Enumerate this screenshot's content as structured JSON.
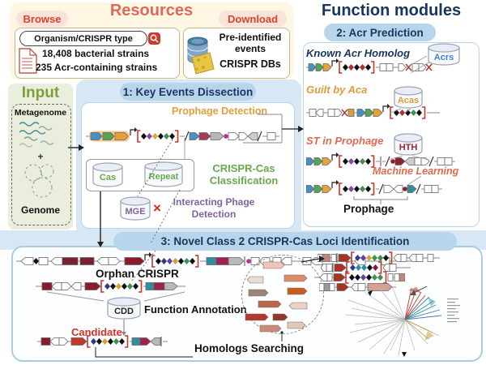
{
  "colors": {
    "coral_title": "#e0685a",
    "browse_red": "#d6452f",
    "browse_pill_bg": "#fbe3d9",
    "navy": "#17365d",
    "pill_blue": "#b9d5ec",
    "light_blue_bg": "#d7e7f3",
    "cream_panel": "#fdf7e3",
    "input_green_bg": "#e9efdc",
    "olive": "#7f9f3f",
    "green": "#6aa84f",
    "purple": "#8064a2",
    "gold": "#e0a03c",
    "orange": "#e09b3d",
    "coral": "#e0694f",
    "acrs_blue": "#3d85c8",
    "hth_maroon": "#9b2335",
    "candidate_red": "#d93025",
    "search_btn_red": "#cc3b2a",
    "cross_red": "#cc2b1f"
  },
  "resources": {
    "title": "Resources",
    "browse_label": "Browse",
    "download_label": "Download",
    "search_value": "Organism/CRISPR type",
    "stat_strains": "18,408 bacterial strains",
    "stat_acr": "235 Acr-containing strains",
    "events_line1": "Pre-identified",
    "events_line2": "events",
    "events_line3": "CRISPR DBs"
  },
  "function_modules": {
    "title": "Function modules"
  },
  "input_panel": {
    "title": "Input",
    "metagenome": "Metagenome",
    "plus": "+",
    "genome": "Genome"
  },
  "section1": {
    "title": "1: Key Events Dissection",
    "prophage_detection": "Prophage Detection",
    "cas_db": "Cas",
    "repeat_db": "Repeat",
    "classification_line1": "CRISPR-Cas",
    "classification_line2": "Classification",
    "mge_db": "MGE",
    "cross_mark": "×",
    "interacting_line1": "Interacting Phage",
    "interacting_line2": "Detection"
  },
  "section2": {
    "title": "2: Acr Prediction",
    "known_acr": "Known Acr Homolog",
    "acrs_db": "Acrs",
    "guilt_by_aca": "Guilt by Aca",
    "acas_db": "Acas",
    "st_in_prophage": "ST in Prophage",
    "hth_db": "HTH",
    "machine_learning": "Machine Learning",
    "prophage_label": "Prophage"
  },
  "section3": {
    "title": "3: Novel Class 2 CRISPR-Cas Loci Identification",
    "orphan_crispr": "Orphan CRISPR",
    "cdd_db": "CDD",
    "function_annotation": "Function Annotation",
    "candidate": "Candidate",
    "homologs_searching": "Homologs Searching"
  },
  "gene_rows": {
    "s1_main": [
      [
        "l",
        4
      ],
      [
        "g"
      ],
      [
        "p"
      ],
      [
        "c",
        [
          "#111111",
          "#7a4fa3",
          "#e6a23c",
          "#111111",
          "#3f8f4f",
          "#111111"
        ]
      ],
      [
        "l",
        6
      ],
      [
        "s"
      ],
      [
        "a",
        "#4a8fc4",
        12
      ],
      [
        "a",
        "#a83a5a",
        14
      ],
      [
        "a",
        "#b8b8b8",
        16
      ],
      [
        "d",
        "#b5338a"
      ],
      [
        "a",
        "#ffffff",
        13
      ],
      [
        "a",
        "#ffffff",
        11
      ],
      [
        "A",
        "#cccccc",
        12
      ],
      [
        "s"
      ],
      [
        "l",
        6
      ],
      [
        "b",
        "#ffffff",
        10
      ],
      [
        "l",
        5
      ]
    ],
    "acr_known": [
      [
        "l",
        3
      ],
      [
        "a",
        "#4a8fc4",
        9
      ],
      [
        "a",
        "#58a253",
        9
      ],
      [
        "a",
        "#e6a23c",
        10
      ],
      [
        "p"
      ],
      [
        "c",
        [
          "#111111",
          "#b03030",
          "#111111",
          "#b03030",
          "#111111"
        ]
      ],
      [
        "l",
        5
      ],
      [
        "b",
        "#ffffff",
        8
      ],
      [
        "b",
        "#ffffff",
        8
      ],
      [
        "l",
        7
      ],
      [
        "a",
        "#ffffff",
        9
      ],
      [
        "x"
      ],
      [
        "b",
        "#ffffff",
        8
      ],
      [
        "a",
        "#ffffff",
        9
      ],
      [
        "x"
      ]
    ],
    "guilt": [
      [
        "l",
        4
      ],
      [
        "b",
        "#ffffff",
        8
      ],
      [
        "A",
        "#ffffff",
        9
      ],
      [
        "l",
        6
      ],
      [
        "b",
        "#ffffff",
        8
      ],
      [
        "a",
        "#ffffff",
        9
      ],
      [
        "x"
      ],
      [
        "b",
        "#d8a03c",
        7
      ],
      [
        "l",
        4
      ],
      [
        "a",
        "#4a8fc4",
        10
      ],
      [
        "a",
        "#58a253",
        10
      ],
      [
        "a",
        "#e6a23c",
        11
      ],
      [
        "p"
      ],
      [
        "c",
        [
          "#111111",
          "#b03030",
          "#111111",
          "#3f8f4f",
          "#111111"
        ]
      ],
      [
        "l",
        16
      ]
    ],
    "st": [
      [
        "a",
        "#4a8fc4",
        10
      ],
      [
        "a",
        "#58a253",
        10
      ],
      [
        "a",
        "#e6a23c",
        11
      ],
      [
        "p"
      ],
      [
        "c",
        [
          "#111111",
          "#7a4fa3",
          "#111111",
          "#3f8f4f",
          "#111111"
        ]
      ],
      [
        "l",
        5
      ],
      [
        "t"
      ],
      [
        "l",
        4
      ],
      [
        "s"
      ],
      [
        "d",
        "#8b2330"
      ],
      [
        "a",
        "#8b2330",
        12
      ],
      [
        "A",
        "#cccccc",
        12
      ],
      [
        "b",
        "#ffffff",
        8
      ],
      [
        "a",
        "#ffffff",
        10
      ],
      [
        "s"
      ],
      [
        "l",
        4
      ],
      [
        "b",
        "#ffffff",
        9
      ],
      [
        "b",
        "#ffffff",
        9
      ],
      [
        "l",
        4
      ]
    ],
    "ml": [
      [
        "a",
        "#4a8fc4",
        10
      ],
      [
        "a",
        "#58a253",
        10
      ],
      [
        "a",
        "#e6a23c",
        11
      ],
      [
        "p"
      ],
      [
        "c",
        [
          "#111111",
          "#7a4fa3",
          "#111111",
          "#3f8f4f",
          "#111111"
        ]
      ],
      [
        "l",
        4
      ],
      [
        "s"
      ],
      [
        "a",
        "#ffffff",
        12
      ],
      [
        "A",
        "#ffffff",
        11
      ],
      [
        "d",
        "#8b2330"
      ],
      [
        "a",
        "#2e8f9f",
        11
      ],
      [
        "s"
      ],
      [
        "l",
        4
      ],
      [
        "b",
        "#ffffff",
        9
      ],
      [
        "b",
        "#ffffff",
        8
      ],
      [
        "l",
        5
      ]
    ],
    "s3_a": [
      [
        "l",
        6
      ],
      [
        "A",
        "#ffffff",
        15
      ],
      [
        "D",
        "#111111"
      ],
      [
        "b",
        "#ffffff",
        11
      ],
      [
        "l",
        4
      ],
      [
        "A",
        "#ffffff",
        14
      ],
      [
        "b",
        "#7c1f2e",
        19
      ],
      [
        "l",
        3
      ],
      [
        "b",
        "#7c1f2e",
        17
      ],
      [
        "l",
        4
      ],
      [
        "A",
        "#ffffff",
        14
      ],
      [
        "a",
        "#ffffff",
        14
      ],
      [
        "l",
        6
      ],
      [
        "a",
        "#8b1a2a",
        24
      ],
      [
        "p"
      ],
      [
        "c",
        [
          "#111111",
          "#2b3a8f",
          "#6a3fa0",
          "#d8a03c",
          "#111111",
          "#3f8f4f",
          "#111111"
        ]
      ],
      [
        "l",
        8
      ],
      [
        "b",
        "#2e8f9f",
        12
      ],
      [
        "b",
        "#a02050",
        15
      ],
      [
        "a",
        "#b8b8b8",
        19
      ],
      [
        "t"
      ],
      [
        "d",
        "#b5338a"
      ],
      [
        "b",
        "#ffffff",
        10
      ],
      [
        "A",
        "#ffffff",
        13
      ],
      [
        "l",
        4
      ],
      [
        "b",
        "#ffffff",
        10
      ],
      [
        "A",
        "#ffffff",
        13
      ],
      [
        "l",
        14
      ],
      [
        "b",
        "#ffffff",
        10
      ],
      [
        "A",
        "#ffffff",
        14
      ],
      [
        "l",
        40
      ],
      [
        "A",
        "#ffffff",
        13
      ],
      [
        "l",
        20
      ],
      [
        "b",
        "#ffffff",
        10
      ],
      [
        "l",
        40
      ]
    ],
    "s3_b": [
      [
        "l",
        8
      ],
      [
        "b",
        "#8b1a2a",
        12
      ],
      [
        "A",
        "#ffffff",
        12
      ],
      [
        "a",
        "#ffffff",
        12
      ],
      [
        "A",
        "#ffffff",
        12
      ],
      [
        "l",
        5
      ],
      [
        "a",
        "#8b1a2a",
        19
      ],
      [
        "c",
        [
          "#2b3a8f",
          "#111111",
          "#d8a03c",
          "#111111",
          "#3f8f4f",
          "#111111"
        ]
      ],
      [
        "l",
        3
      ],
      [
        "b",
        "#2e8f9f",
        10
      ],
      [
        "b",
        "#a02050",
        13
      ],
      [
        "a",
        "#b8b8b8",
        16
      ],
      [
        "l",
        10
      ]
    ],
    "s3_c": [
      [
        "l",
        5
      ],
      [
        "b",
        "#8b1a2a",
        11
      ],
      [
        "A",
        "#ffffff",
        11
      ],
      [
        "a",
        "#ffffff",
        11
      ],
      [
        "l",
        4
      ],
      [
        "a",
        "#c0392b",
        19
      ],
      [
        "c",
        [
          "#2b3a8f",
          "#111111",
          "#d8a03c",
          "#111111",
          "#3f8f4f",
          "#111111"
        ]
      ],
      [
        "l",
        3
      ],
      [
        "b",
        "#2e8f9f",
        10
      ],
      [
        "a",
        "#a02050",
        13
      ],
      [
        "A",
        "#b8b8b8",
        12
      ],
      [
        "t"
      ],
      [
        "l",
        6
      ]
    ],
    "r1": [
      [
        "b",
        "#ffffff",
        6
      ],
      [
        "b",
        "#c08a7a",
        9
      ],
      [
        "l",
        2
      ],
      [
        "b",
        "#ffffff",
        6
      ],
      [
        "t"
      ],
      [
        "a",
        "#a93226",
        15
      ],
      [
        "c",
        [
          "#2b3a8f",
          "#6a3fa0",
          "#d8a03c",
          "#3f8f4f",
          "#3f8f4f",
          "#111111"
        ]
      ],
      [
        "A",
        "#ffffff",
        9
      ],
      [
        "b",
        "#ffffff",
        7
      ],
      [
        "l",
        3
      ],
      [
        "A",
        "#ffffff",
        9
      ],
      [
        "b",
        "#ffffff",
        8
      ],
      [
        "l",
        6
      ],
      [
        "b",
        "#ffffff",
        7
      ],
      [
        "l",
        8
      ]
    ],
    "r2": [
      [
        "A",
        "#ffffff",
        7
      ],
      [
        "b",
        "#ffffff",
        7
      ],
      [
        "t"
      ],
      [
        "a",
        "#a93226",
        14
      ],
      [
        "c",
        [
          "#2b3a8f",
          "#2e8f9f",
          "#2e8f9f",
          "#111111",
          "#8b1a2a"
        ]
      ],
      [
        "A",
        "#ffffff",
        8
      ],
      [
        "b",
        "#ffffff",
        8
      ],
      [
        "l",
        18
      ]
    ],
    "r3": [
      [
        "l",
        7
      ],
      [
        "A",
        "#ffffff",
        9
      ],
      [
        "b",
        "#ffffff",
        6
      ],
      [
        "l",
        2
      ],
      [
        "a",
        "#a93226",
        14
      ],
      [
        "c",
        [
          "#111111",
          "#111111",
          "#6a3fa0",
          "#111111",
          "#3f8f4f",
          "#3f8f4f"
        ]
      ],
      [
        "b",
        "#ffffff",
        6
      ],
      [
        "l",
        2
      ],
      [
        "b",
        "#ffffff",
        6
      ],
      [
        "b",
        "#c08a7a",
        7
      ]
    ],
    "r4": [
      [
        "b",
        "#ffffff",
        6
      ],
      [
        "b",
        "#999999",
        7
      ],
      [
        "b",
        "#ffffff",
        6
      ],
      [
        "l",
        3
      ],
      [
        "a",
        "#a93226",
        14
      ],
      [
        "l",
        4
      ],
      [
        "A",
        "#ffffff",
        8
      ],
      [
        "b",
        "#ffffff",
        9
      ],
      [
        "l",
        3
      ],
      [
        "a",
        "#d4a294",
        30
      ],
      [
        "l",
        5
      ]
    ]
  },
  "homolog_cluster": {
    "arrows": [
      [
        26,
        8,
        26,
        "#ecc6b8",
        1
      ],
      [
        6,
        26,
        20,
        "#e8ddd2",
        -1
      ],
      [
        52,
        24,
        28,
        "#d98b6a",
        1
      ],
      [
        56,
        40,
        24,
        "#c4601f",
        1
      ],
      [
        8,
        42,
        24,
        "#9b8478",
        1
      ],
      [
        20,
        56,
        28,
        "#b5684a",
        1
      ],
      [
        58,
        58,
        22,
        "#e8d2c6",
        -1
      ],
      [
        4,
        72,
        28,
        "#b03a2e",
        1
      ],
      [
        22,
        86,
        26,
        "#c98b7a",
        1
      ],
      [
        56,
        82,
        22,
        "#e0c8b8",
        1
      ],
      [
        38,
        72,
        18,
        "#8b3a2e",
        1
      ]
    ]
  }
}
